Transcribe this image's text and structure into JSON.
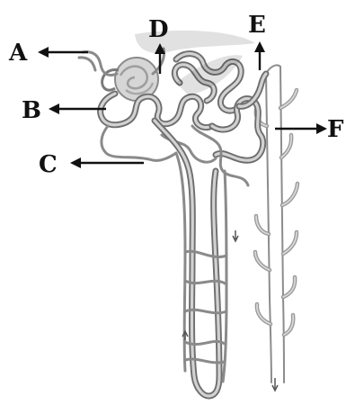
{
  "labels": {
    "a": "A",
    "b": "B",
    "c": "C",
    "d": "D",
    "e": "E",
    "f": "F"
  },
  "colors": {
    "label": "#111111",
    "structure": "#6e6e6e",
    "glomerulus": "#c8c8c8",
    "background": "#ffffff"
  }
}
